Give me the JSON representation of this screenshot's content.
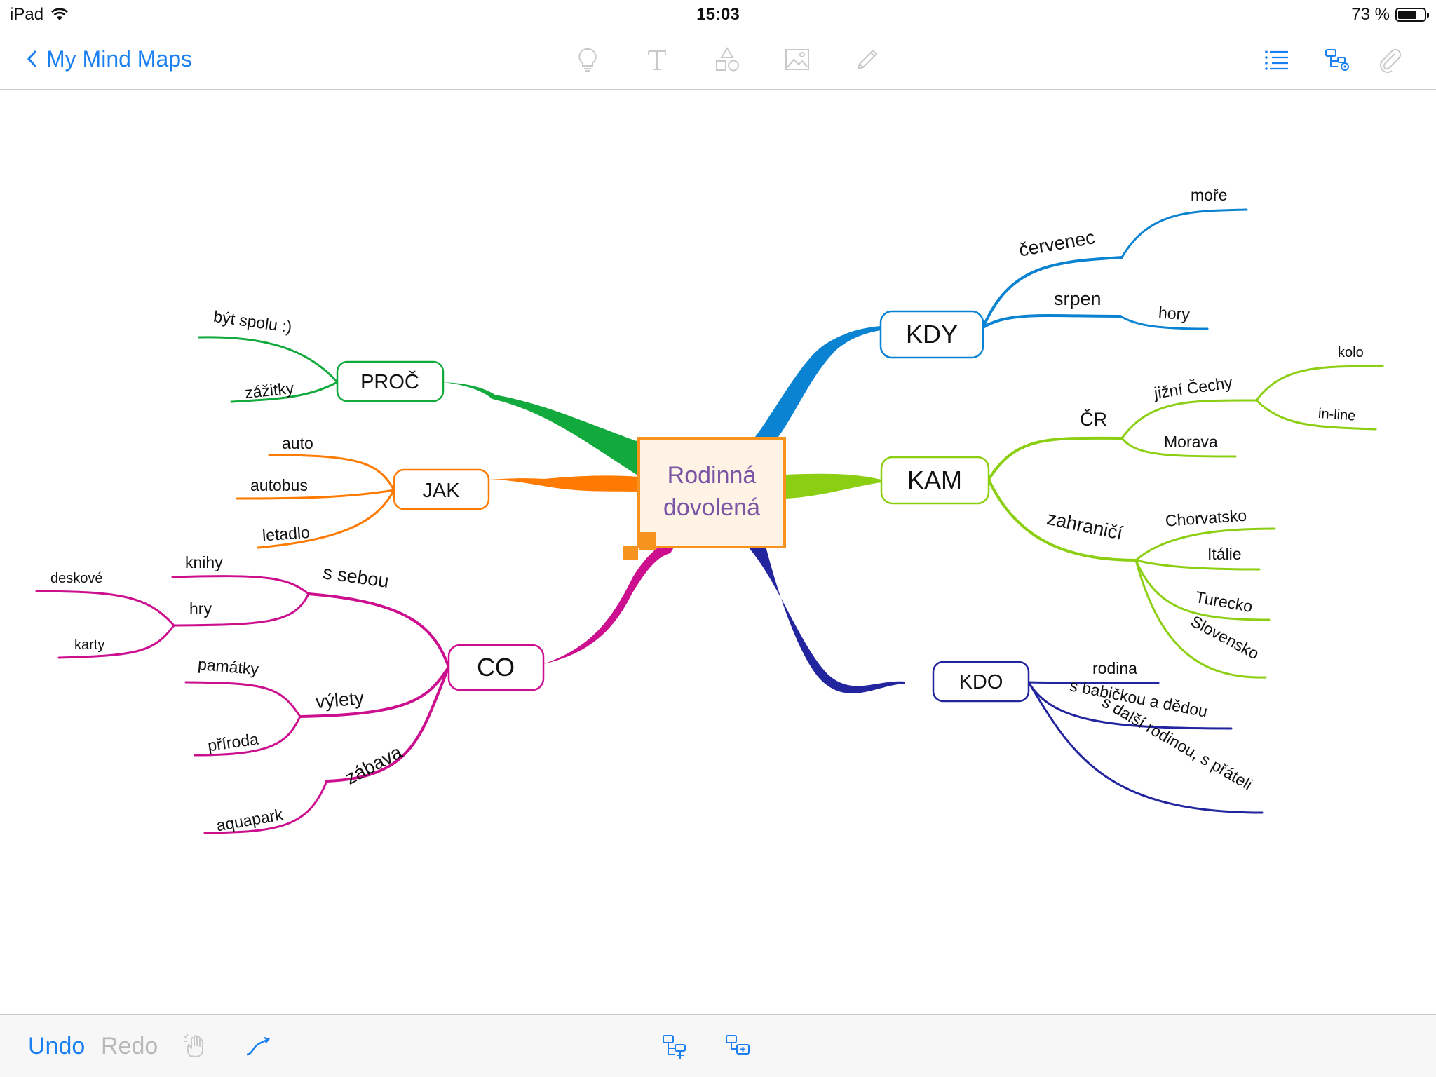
{
  "status_bar": {
    "device": "iPad",
    "time": "15:03",
    "battery": "73 %",
    "battery_level": 0.73
  },
  "nav": {
    "back_label": "My Mind Maps"
  },
  "toolbar_icons": [
    "lightbulb-icon",
    "text-icon",
    "shapes-icon",
    "image-icon",
    "pencil-icon",
    "outline-list-icon",
    "map-settings-icon",
    "attachment-icon"
  ],
  "bottom_bar": {
    "undo": "Undo",
    "redo": "Redo"
  },
  "colors": {
    "accent": "#1a7ff1",
    "disabled": "#b8b8b8",
    "green": "#12aa3c",
    "orange": "#ff7a00",
    "magenta": "#cc0f8e",
    "blue": "#0a83d2",
    "lime": "#8ccf12",
    "navy": "#23259f",
    "center_fill": "#fff3e6",
    "center_border": "#f6921e",
    "center_text": "#7b56a5"
  },
  "mindmap": {
    "center": "Rodinná dovolená",
    "branches": {
      "proc": {
        "label": "PROČ",
        "children": [
          "být spolu :)",
          "zážitky"
        ]
      },
      "jak": {
        "label": "JAK",
        "children": [
          "auto",
          "autobus",
          "letadlo"
        ]
      },
      "co": {
        "label": "CO",
        "s_sebou": "s sebou",
        "knihy": "knihy",
        "hry": "hry",
        "deskove": "deskové",
        "karty": "karty",
        "vylety": "výlety",
        "pamatky": "památky",
        "priroda": "příroda",
        "zabava": "zábava",
        "aquapark": "aquapark"
      },
      "kdy": {
        "label": "KDY",
        "cervenec": "červenec",
        "more": "moře",
        "srpen": "srpen",
        "hory": "hory"
      },
      "kam": {
        "label": "KAM",
        "cr": "ČR",
        "jizni_cechy": "jižní Čechy",
        "kolo": "kolo",
        "inline": "in-line",
        "morava": "Morava",
        "zahranici": "zahraničí",
        "chorvatsko": "Chorvatsko",
        "italie": "Itálie",
        "turecko": "Turecko",
        "slovensko": "Slovensko"
      },
      "kdo": {
        "label": "KDO",
        "children": [
          "rodina",
          "s babičkou a dědou",
          "s další rodinou, s přáteli"
        ]
      }
    }
  }
}
